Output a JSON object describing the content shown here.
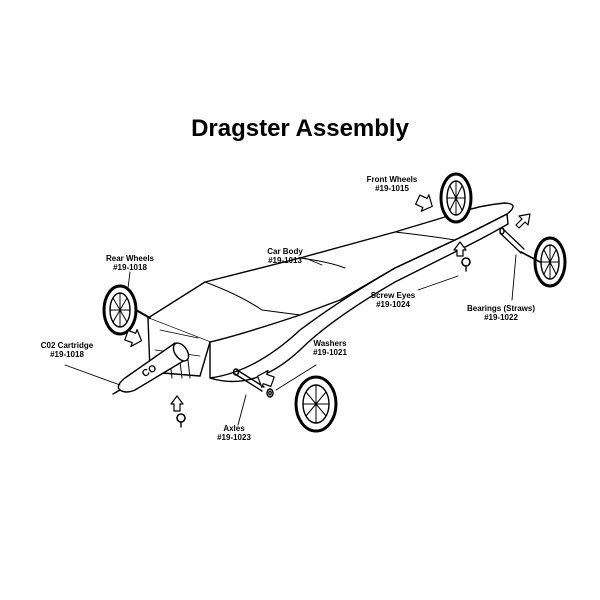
{
  "title": "Dragster Assembly",
  "parts": {
    "front_wheels": {
      "name": "Front Wheels",
      "code": "#19-1015"
    },
    "car_body": {
      "name": "Car Body",
      "code": "#19-1013"
    },
    "rear_wheels": {
      "name": "Rear Wheels",
      "code": "#19-1018"
    },
    "screw_eyes": {
      "name": "Screw Eyes",
      "code": "#19-1024"
    },
    "bearings": {
      "name": "Bearings (Straws)",
      "code": "#19-1022"
    },
    "co2_cartridge": {
      "name": "C02 Cartridge",
      "code": "#19-1018"
    },
    "washers": {
      "name": "Washers",
      "code": "#19-1021"
    },
    "axles": {
      "name": "Axles",
      "code": "#19-1023"
    }
  },
  "cartridge_marking": "CO"
}
